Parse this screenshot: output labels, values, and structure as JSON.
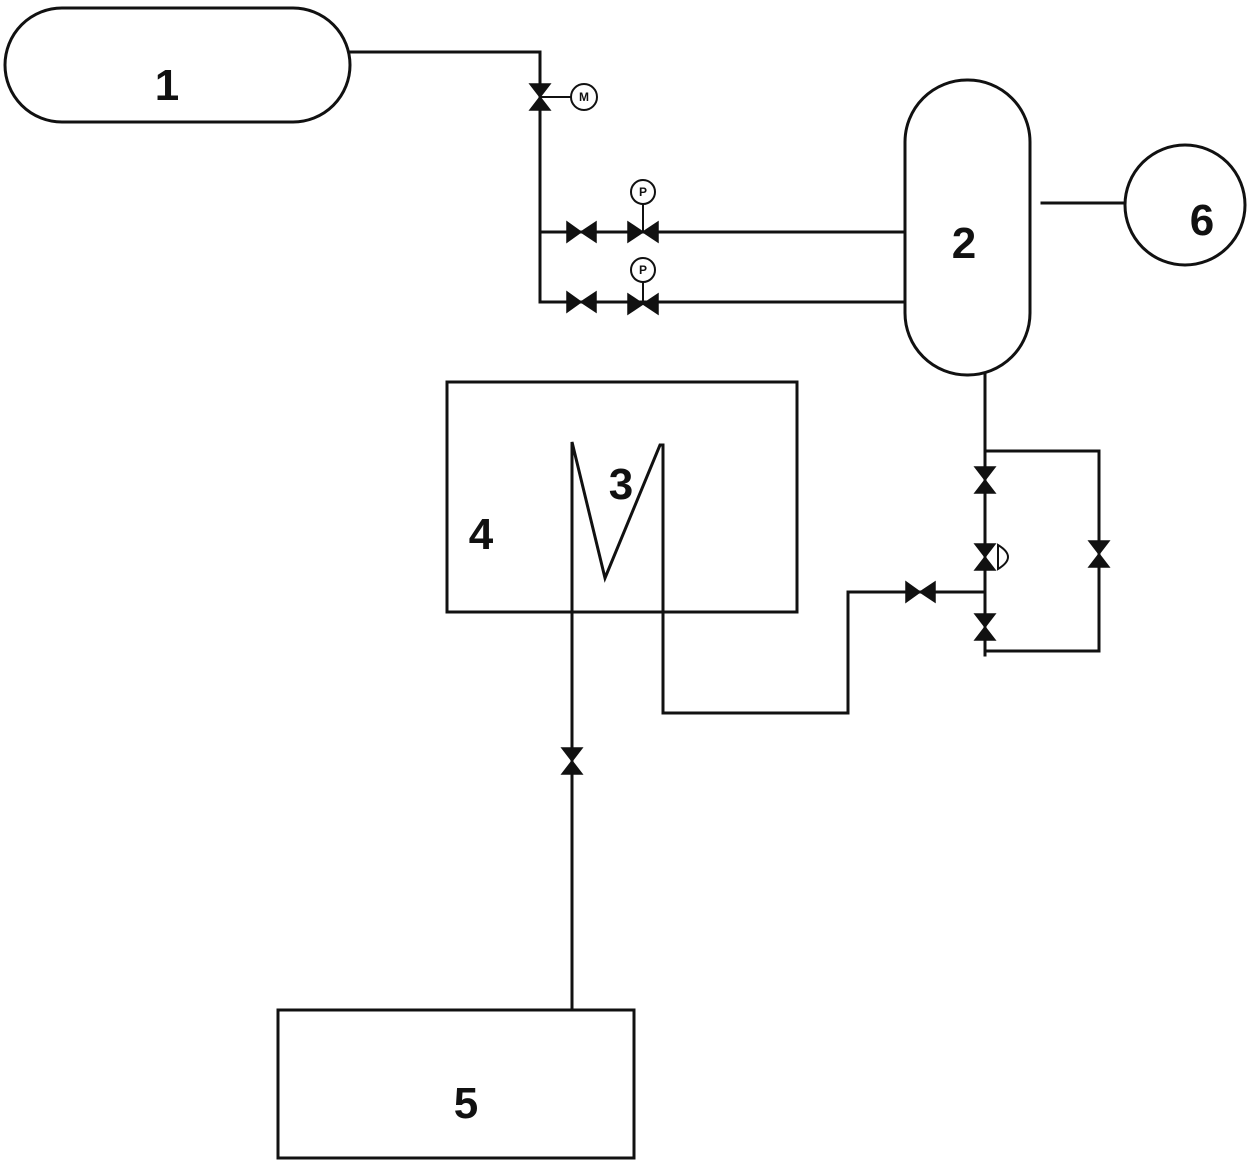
{
  "components": [
    {
      "id": "1",
      "label": "1"
    },
    {
      "id": "2",
      "label": "2"
    },
    {
      "id": "3",
      "label": "3"
    },
    {
      "id": "4",
      "label": "4"
    },
    {
      "id": "5",
      "label": "5"
    },
    {
      "id": "6",
      "label": "6"
    }
  ],
  "instruments": {
    "top": "M",
    "pressure_upper": "P",
    "pressure_lower": "P"
  }
}
